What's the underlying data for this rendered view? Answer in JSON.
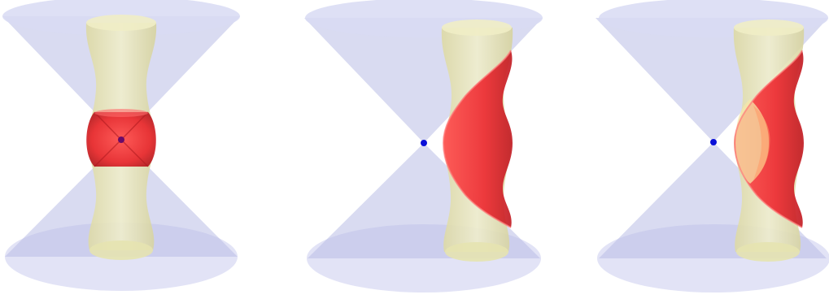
{
  "figure": {
    "panels": [
      {
        "id": "panel-1",
        "vertex": "center"
      },
      {
        "id": "panel-2",
        "vertex": "left"
      },
      {
        "id": "panel-3",
        "vertex": "left"
      }
    ]
  },
  "colors": {
    "background": "#ffffff",
    "cone": "#b9bde6",
    "cone_rim": "#d8daf3",
    "tube": "#e9e7b4",
    "surface": "#e4212a",
    "surface_highlight": "#ff5a5a",
    "vertex_point": "#0a10d8"
  }
}
